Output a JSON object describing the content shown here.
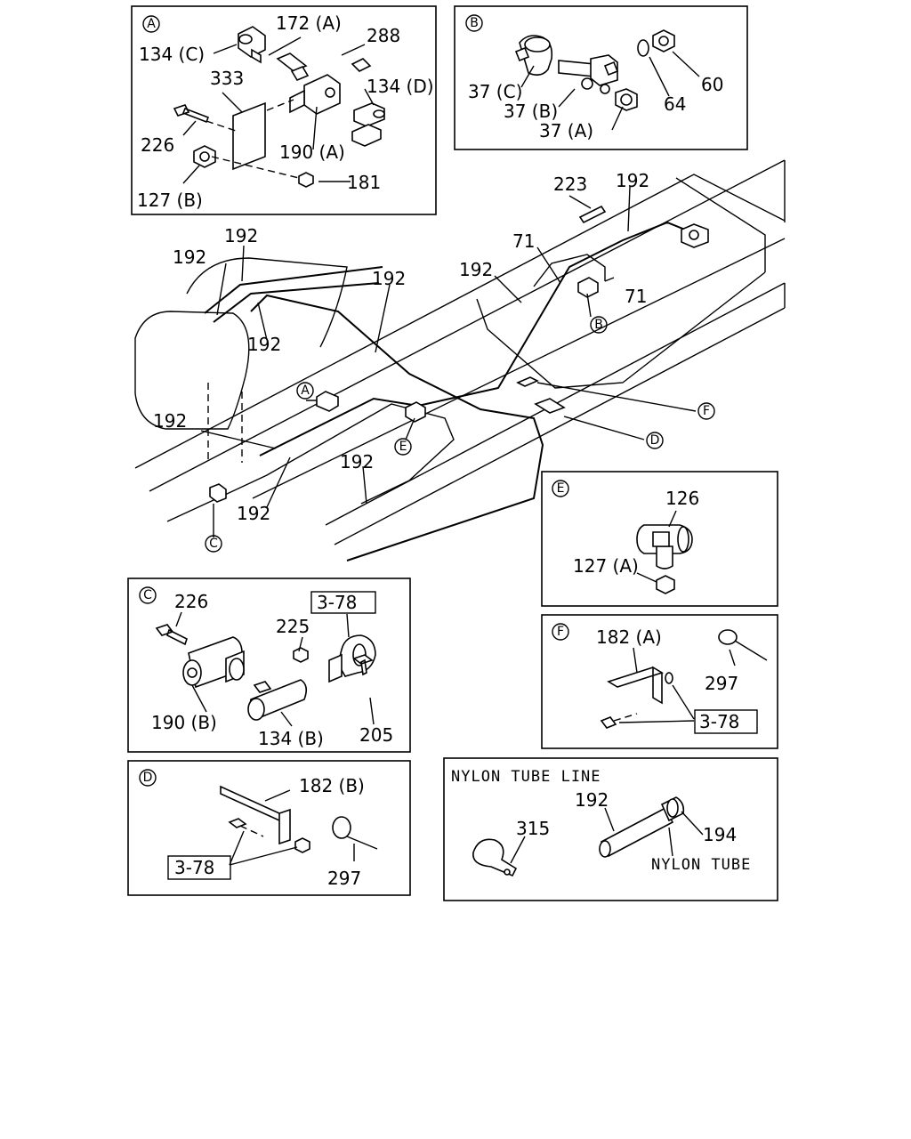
{
  "panels": {
    "A": {
      "tag": "A",
      "labels": {
        "p172A": "172 (A)",
        "p134C": "134 (C)",
        "p288": "288",
        "p333": "333",
        "p134D": "134 (D)",
        "p226": "226",
        "p190A": "190 (A)",
        "p127B": "127 (B)",
        "p181": "181"
      }
    },
    "B": {
      "tag": "B",
      "labels": {
        "p37C": "37 (C)",
        "p37B": "37 (B)",
        "p37A": "37 (A)",
        "p64": "64",
        "p60": "60"
      }
    },
    "C": {
      "tag": "C",
      "labels": {
        "p226": "226",
        "p225": "225",
        "ref": "3-78",
        "p190B": "190 (B)",
        "p134B": "134 (B)",
        "p205": "205"
      }
    },
    "D": {
      "tag": "D",
      "labels": {
        "p182B": "182 (B)",
        "ref": "3-78",
        "p297": "297"
      }
    },
    "E": {
      "tag": "E",
      "labels": {
        "p126": "126",
        "p127A": "127 (A)"
      }
    },
    "F": {
      "tag": "F",
      "labels": {
        "p182A": "182 (A)",
        "p297": "297",
        "ref": "3-78"
      }
    },
    "nylon": {
      "title": "NYLON TUBE LINE",
      "labels": {
        "p192": "192",
        "p315": "315",
        "p194": "194",
        "tube": "NYLON TUBE"
      }
    }
  },
  "main": {
    "labels": {
      "p223": "223",
      "p192_top": "192",
      "p71_top": "71",
      "p71_right": "71",
      "p192_mid": "192",
      "p192_a": "192",
      "p192_b": "192",
      "p192_c": "192",
      "p192_d": "192",
      "p192_e": "192",
      "p192_f": "192",
      "p192_g": "192"
    },
    "callouts": {
      "A": "A",
      "B": "B",
      "C": "C",
      "D": "D",
      "E": "E",
      "F": "F"
    }
  }
}
